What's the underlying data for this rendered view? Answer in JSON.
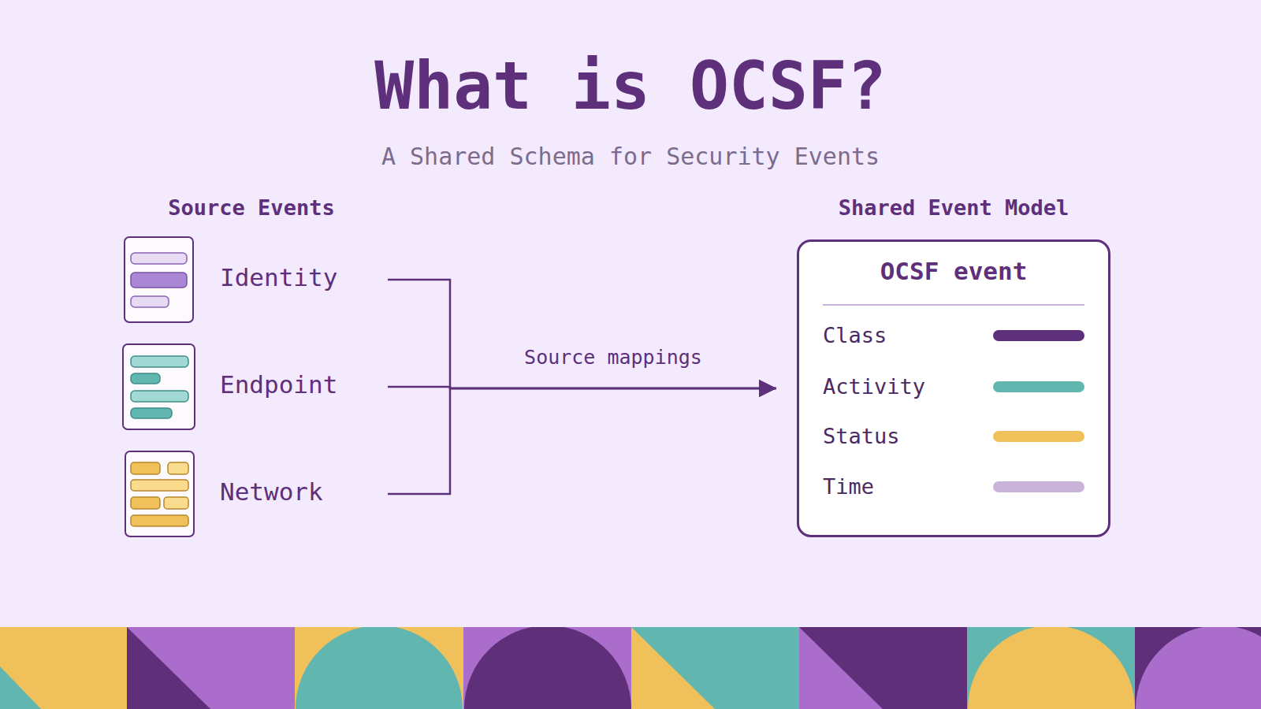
{
  "diagram": {
    "title": "What is OCSF?",
    "nodes": [
      {
        "text": [
          "Identity"
        ]
      },
      {
        "text": [
          "Endpoint"
        ]
      },
      {
        "text": [
          "Network"
        ]
      },
      {
        "text": [
          "Shared Event Model",
          "OCSF event",
          "Class",
          "Activity",
          "Status",
          "Time"
        ]
      }
    ],
    "edges": [
      {
        "from": 0,
        "to": 3,
        "arrow": "to"
      },
      {
        "from": 1,
        "to": 3,
        "label": "Source mappings",
        "arrow": "to"
      },
      {
        "from": 2,
        "to": 3,
        "arrow": "to"
      }
    ],
    "labels": [
      "A Shared Schema for Security Events",
      "Source Events"
    ]
  }
}
